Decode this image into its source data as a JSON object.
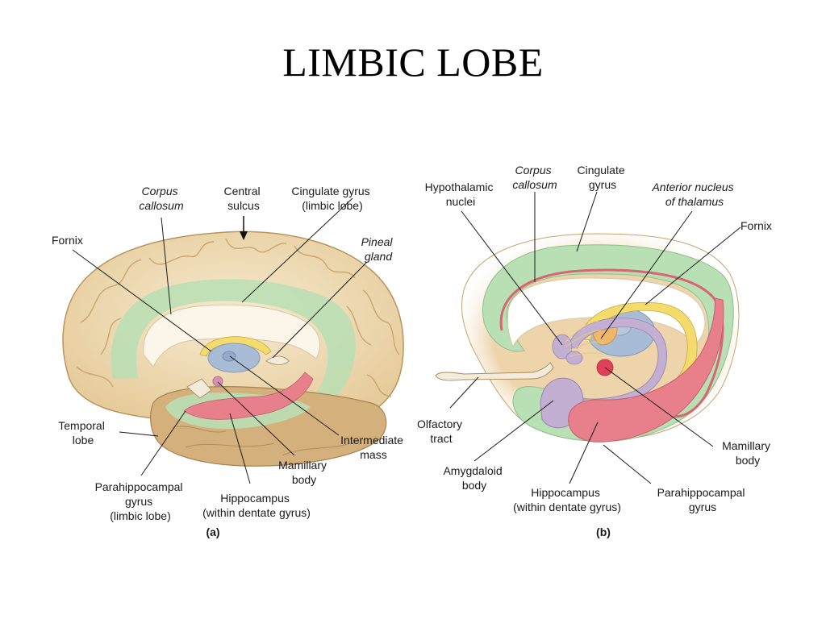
{
  "slide": {
    "title": "LIMBIC LOBE"
  },
  "figure_a": {
    "panel_label": "(a)",
    "labels": {
      "corpus_callosum": [
        "Corpus",
        "callosum"
      ],
      "central_sulcus": [
        "Central",
        "sulcus"
      ],
      "cingulate_gyrus": [
        "Cingulate gyrus",
        "(limbic lobe)"
      ],
      "fornix": [
        "Fornix"
      ],
      "pineal_gland": [
        "Pineal",
        "gland"
      ],
      "temporal_lobe": [
        "Temporal",
        "lobe"
      ],
      "intermediate_mass": [
        "Intermediate",
        "mass"
      ],
      "mamillary_body": [
        "Mamillary",
        "body"
      ],
      "parahippocampal_gyrus": [
        "Parahippocampal",
        "gyrus",
        "(limbic lobe)"
      ],
      "hippocampus": [
        "Hippocampus",
        "(within dentate gyrus)"
      ]
    }
  },
  "figure_b": {
    "panel_label": "(b)",
    "labels": {
      "hypothalamic_nuclei": [
        "Hypothalamic",
        "nuclei"
      ],
      "corpus_callosum": [
        "Corpus",
        "callosum"
      ],
      "cingulate_gyrus": [
        "Cingulate",
        "gyrus"
      ],
      "anterior_nucleus_thalamus": [
        "Anterior nucleus",
        "of thalamus"
      ],
      "fornix": [
        "Fornix"
      ],
      "olfactory_tract": [
        "Olfactory",
        "tract"
      ],
      "amygdaloid_body": [
        "Amygdaloid",
        "body"
      ],
      "hippocampus": [
        "Hippocampus",
        "(within dentate gyrus)"
      ],
      "parahippocampal_gyrus": [
        "Parahippocampal",
        "gyrus"
      ],
      "mamillary_body": [
        "Mamillary",
        "body"
      ]
    }
  },
  "colors": {
    "cortex": "#f1dfb8",
    "cortex_shadow": "#caa874",
    "temporal": "#d4b07c",
    "limbic_green": "#b9dfb4",
    "hippocampus_pink": "#e8808c",
    "fornix_yellow": "#f4dc6c",
    "thalamus_blue": "#a9bcd6",
    "amygdala_purple": "#c3afd2",
    "mamillary_red": "#e2405a",
    "anterior_orange": "#f0b66a"
  }
}
